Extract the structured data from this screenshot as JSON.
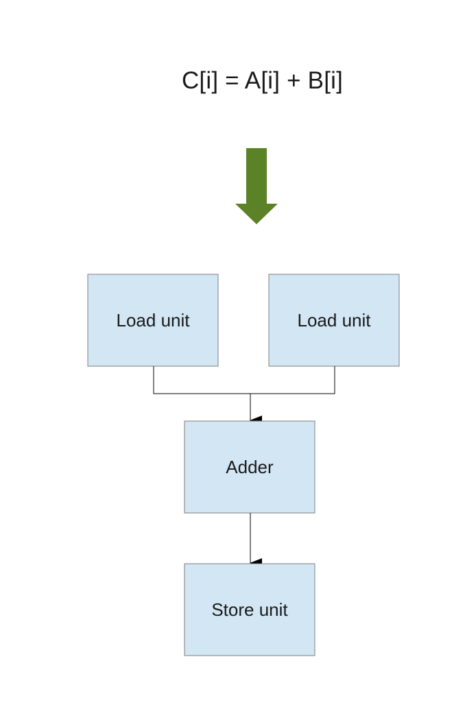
{
  "equation": "C[i] = A[i] + B[i]",
  "colors": {
    "arrow": "#5b8227",
    "box_fill": "#d2e6f4",
    "box_stroke": "#7f7f7f",
    "connector": "#000000"
  },
  "nodes": {
    "load_unit_left": "Load unit",
    "load_unit_right": "Load unit",
    "adder": "Adder",
    "store_unit": "Store unit"
  }
}
